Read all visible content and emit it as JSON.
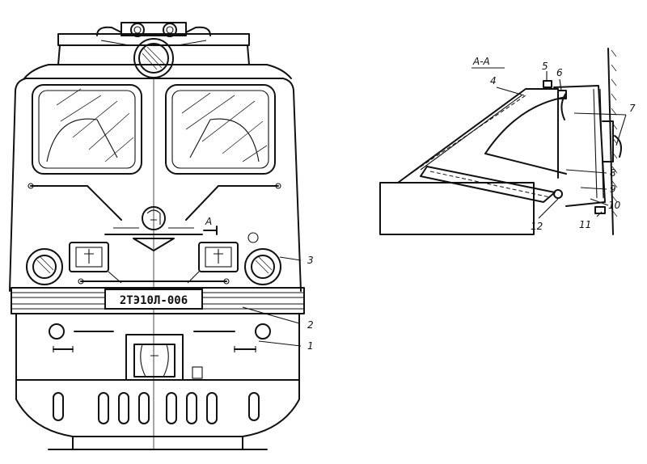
{
  "front_view": {
    "number_plate": "2ТЭ10Л-006",
    "section_mark": "А",
    "callouts": [
      "1",
      "2",
      "3"
    ]
  },
  "section_view": {
    "title": "А-А",
    "callouts": [
      "4",
      "5",
      "6",
      "7",
      "8",
      "9",
      "10",
      "11",
      "12"
    ]
  }
}
